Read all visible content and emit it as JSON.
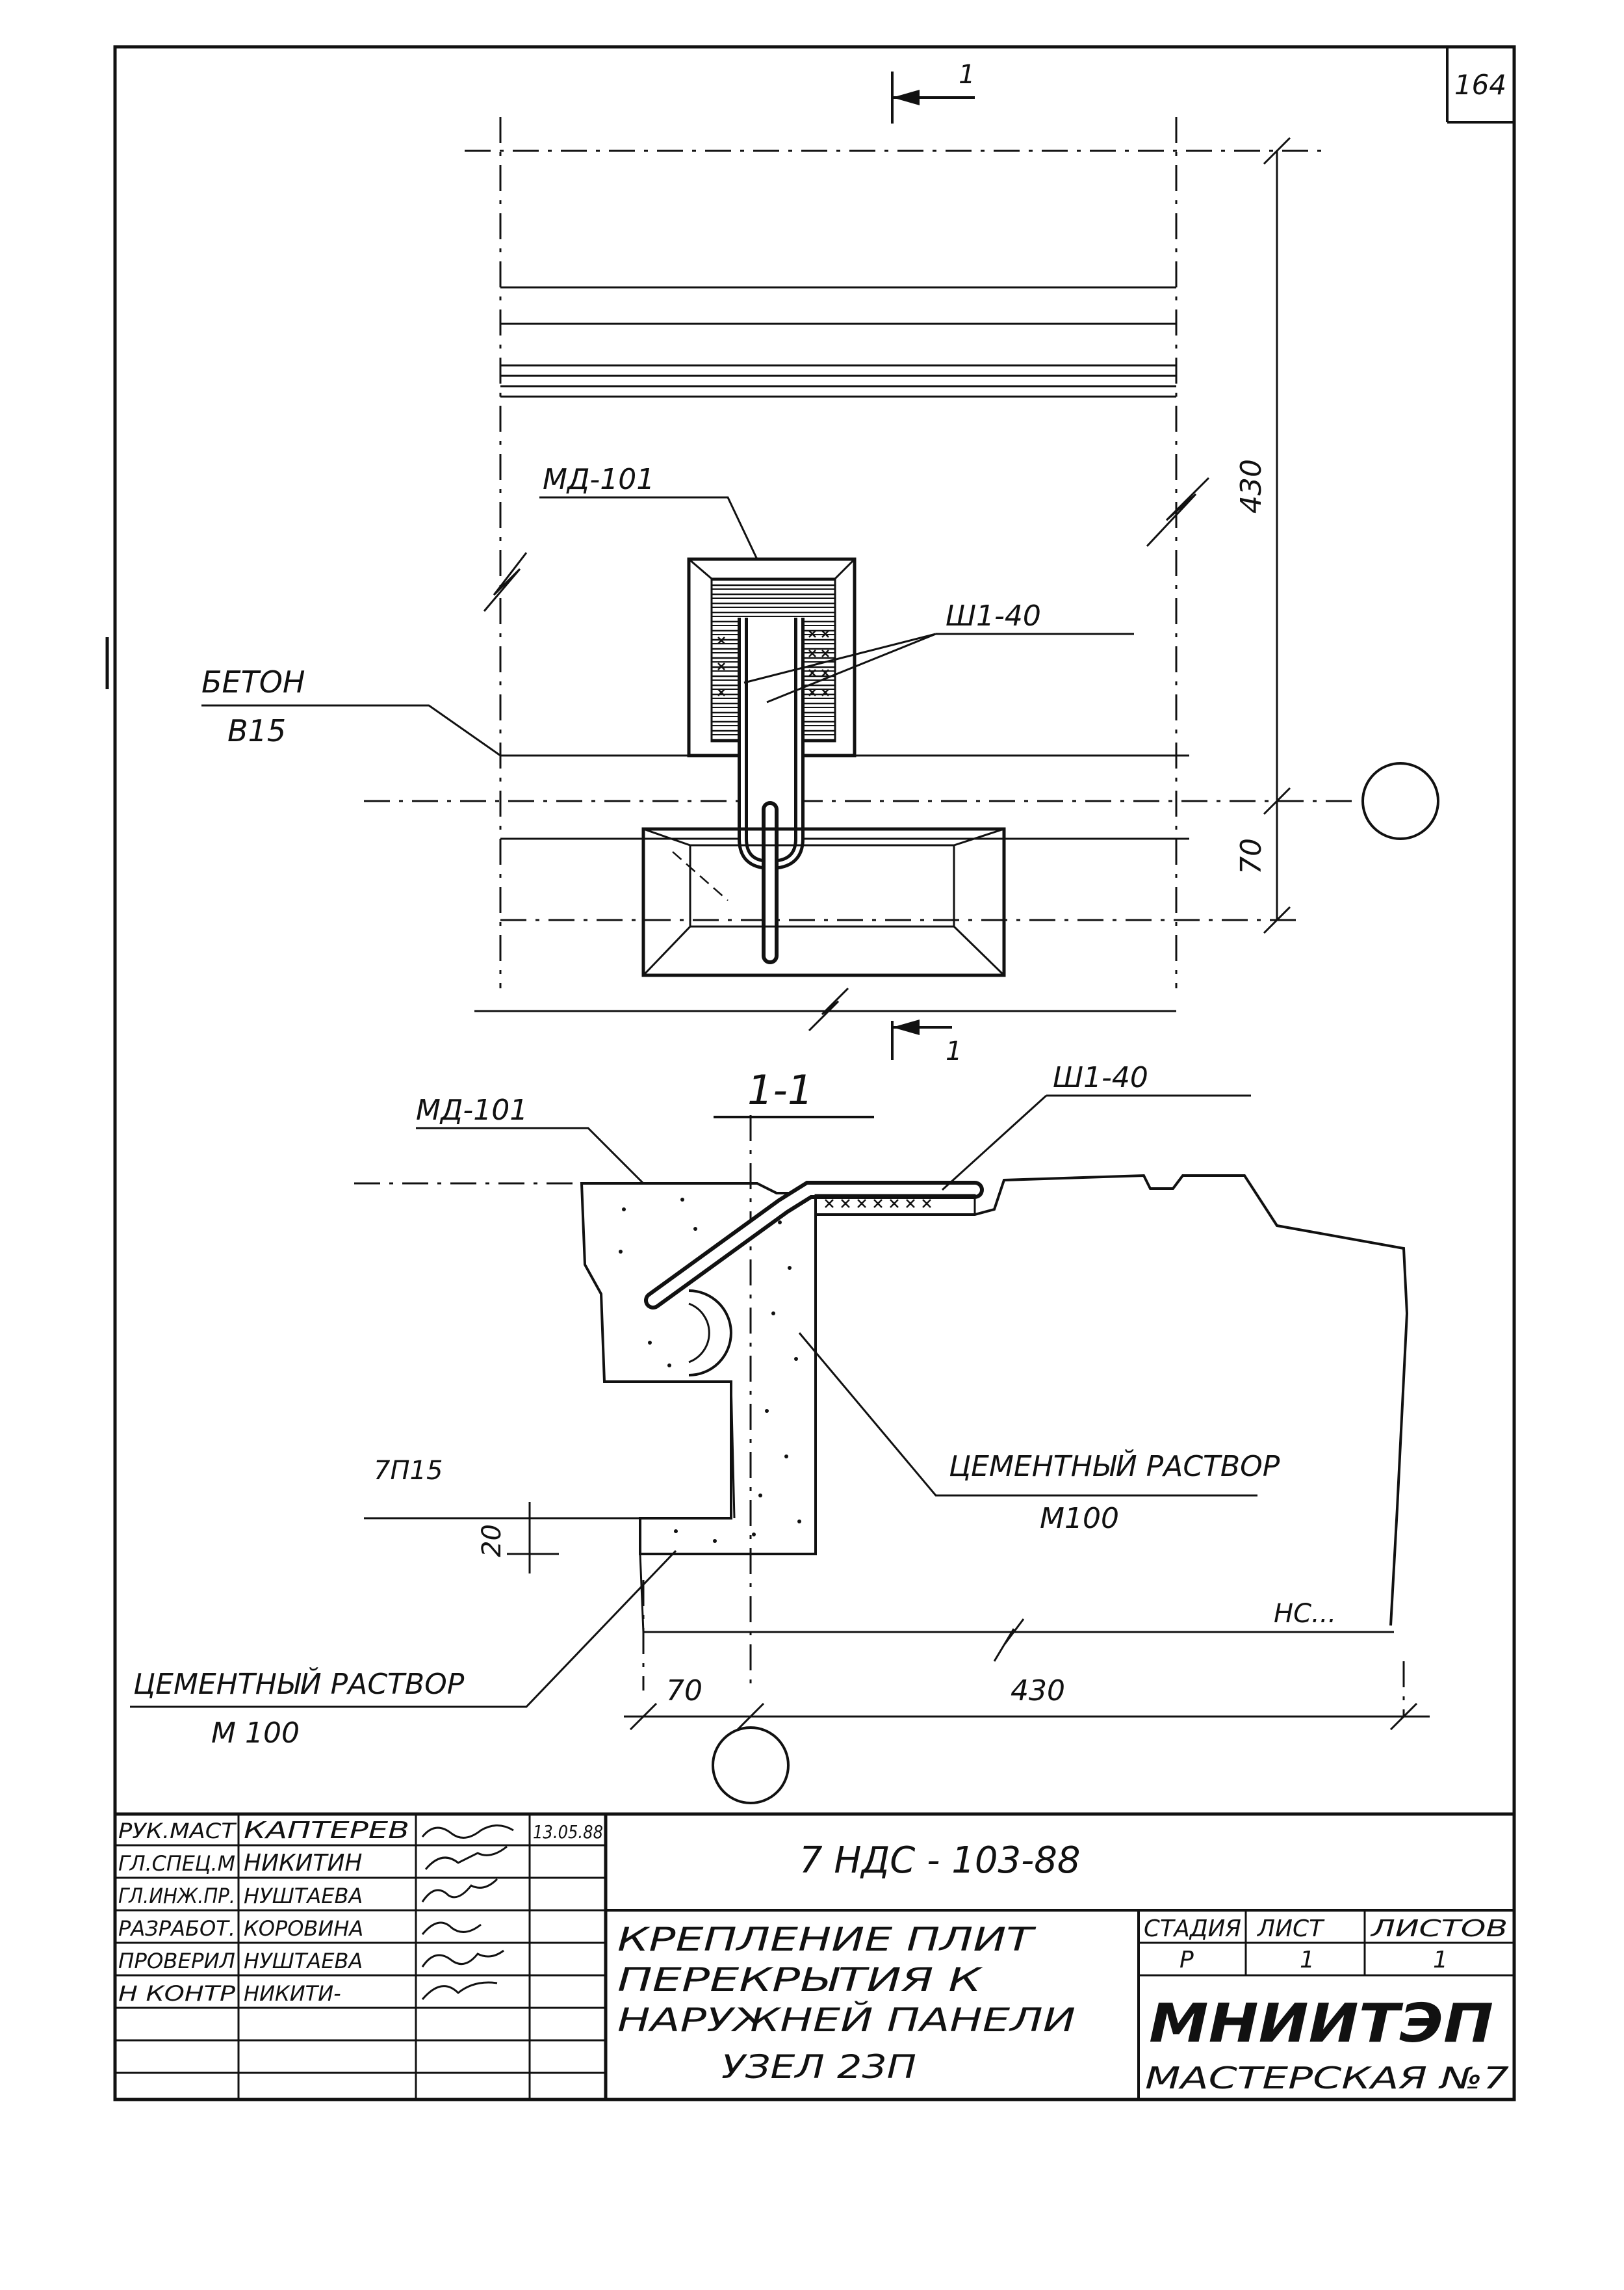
{
  "sheet_number": "164",
  "plan": {
    "section_mark_top": "1",
    "section_mark_bottom": "1",
    "label_md": "МД-101",
    "label_sh": "Ш1-40",
    "label_beton_1": "БЕТОН",
    "label_beton_2": "В15",
    "dim_430": "430",
    "dim_70": "70"
  },
  "section": {
    "title": "1-1",
    "label_md": "МД-101",
    "label_sh": "Ш1-40",
    "label_cement_right_1": "ЦЕМЕНТНЫЙ РАСТВОР",
    "label_cement_right_2": "М100",
    "label_7p15": "7П15",
    "dim_20": "20",
    "label_nc": "НС...",
    "label_cement_left_1": "ЦЕМЕНТНЫЙ РАСТВОР",
    "label_cement_left_2": "М 100",
    "dim_70": "70",
    "dim_430": "430"
  },
  "title_block": {
    "rows": [
      {
        "role": "РУК.МАСТ",
        "name": "КАПТЕРЕВ",
        "date": "13.05.88"
      },
      {
        "role": "ГЛ.СПЕЦ.М",
        "name": "НИКИТИН",
        "date": ""
      },
      {
        "role": "ГЛ.ИНЖ.ПР.",
        "name": "НУШТАЕВА",
        "date": ""
      },
      {
        "role": "РАЗРАБОТ.",
        "name": "КОРОВИНА",
        "date": ""
      },
      {
        "role": "ПРОВЕРИЛ",
        "name": "НУШТАЕВА",
        "date": ""
      },
      {
        "role": "Н КОНТР",
        "name": "НИКИТИ-",
        "date": ""
      }
    ],
    "code": "7 НДС - 103-88",
    "description": [
      "КРЕПЛЕНИЕ ПЛИТ",
      "ПЕРЕКРЫТИЯ К",
      "НАРУЖНЕЙ ПАНЕЛИ",
      "УЗЕЛ 23П"
    ],
    "stage_header": "СТАДИЯ",
    "sheet_header": "ЛИСТ",
    "sheets_header": "ЛИСТОВ",
    "stage_value": "Р",
    "sheet_value": "1",
    "sheets_value": "1",
    "org_name": "МНИИТЭП",
    "org_sub": "МАСТЕРСКАЯ №7"
  }
}
